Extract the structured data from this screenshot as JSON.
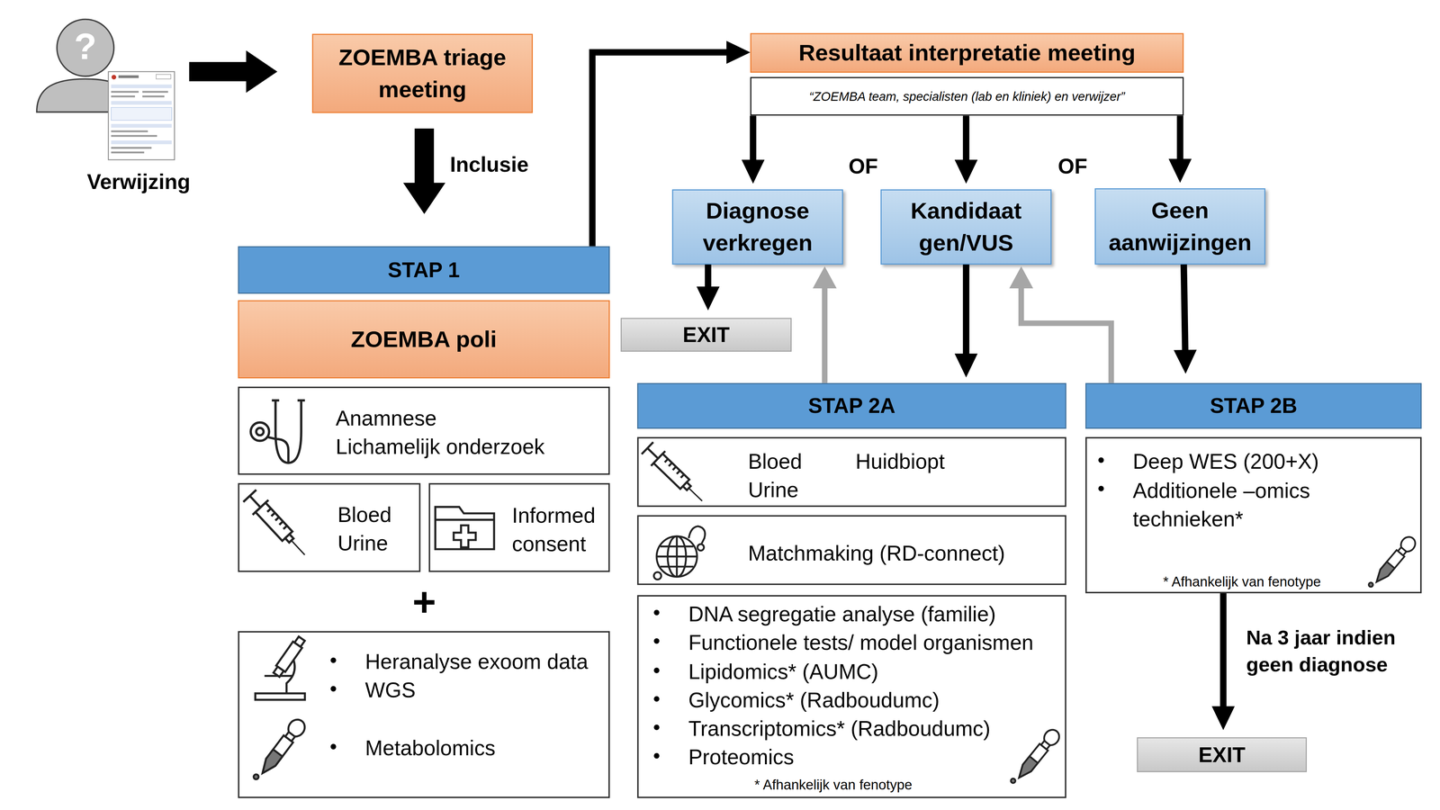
{
  "diagram": {
    "nodes": [
      {
        "text": [
          "Verwijzing"
        ]
      },
      {
        "text": [
          "ZOEMBA triage meeting"
        ]
      },
      {
        "text": [
          "STAP 1"
        ]
      },
      {
        "text": [
          "ZOEMBA poli"
        ]
      },
      {
        "text": [
          "Anamnese",
          "Lichamelijk onderzoek"
        ]
      },
      {
        "text": [
          "Bloed",
          "Urine"
        ]
      },
      {
        "text": [
          "Informed consent"
        ]
      },
      {
        "text": [
          "Heranalyse exoom data",
          "WGS",
          "Metabolomics"
        ]
      },
      {
        "text": [
          "Resultaat interpretatie meeting"
        ]
      },
      {
        "text": [
          "“ZOEMBA team, specialisten (lab en kliniek) en verwijzer”"
        ]
      },
      {
        "text": [
          "Diagnose verkregen"
        ]
      },
      {
        "text": [
          "Kandidaat gen/VUS"
        ]
      },
      {
        "text": [
          "Geen aanwijzingen"
        ]
      },
      {
        "text": [
          "EXIT"
        ]
      },
      {
        "text": [
          "STAP 2A"
        ]
      },
      {
        "text": [
          "Bloed",
          "Urine",
          "Huidbiopt"
        ]
      },
      {
        "text": [
          "Matchmaking (RD-connect)"
        ]
      },
      {
        "text": [
          "DNA segregatie analyse (familie)",
          "Functionele tests/ model organismen",
          "Lipidomics* (AUMC)",
          "Glycomics* (Radboudumc)",
          "Transcriptomics* (Radboudumc)",
          "Proteomics",
          "* Afhankelijk van fenotype"
        ]
      },
      {
        "text": [
          "STAP 2B"
        ]
      },
      {
        "text": [
          "Deep WES (200+X)",
          "Additionele –omics technieken*",
          "* Afhankelijk van fenotype"
        ]
      },
      {
        "text": [
          "EXIT"
        ]
      }
    ],
    "edges": [
      {
        "from": 0,
        "to": 1,
        "arrow": "to"
      },
      {
        "from": 1,
        "to": 2,
        "label": "Inclusie",
        "arrow": "to"
      },
      {
        "from": 2,
        "to": 8,
        "arrow": "to"
      },
      {
        "from": 9,
        "to": 10,
        "arrow": "to"
      },
      {
        "from": 9,
        "to": 11,
        "arrow": "to"
      },
      {
        "from": 9,
        "to": 12,
        "arrow": "to"
      },
      {
        "from": 10,
        "to": 13,
        "arrow": "to"
      },
      {
        "from": 11,
        "to": 14,
        "arrow": "to"
      },
      {
        "from": 12,
        "to": 18,
        "arrow": "to"
      },
      {
        "from": 14,
        "to": 10,
        "arrow": "to"
      },
      {
        "from": 18,
        "to": 11,
        "arrow": "to"
      },
      {
        "from": 19,
        "to": 20,
        "label": "Na 3 jaar indien geen diagnose",
        "arrow": "to"
      }
    ],
    "labels": [
      "?",
      "OF",
      "OF",
      "+"
    ]
  }
}
